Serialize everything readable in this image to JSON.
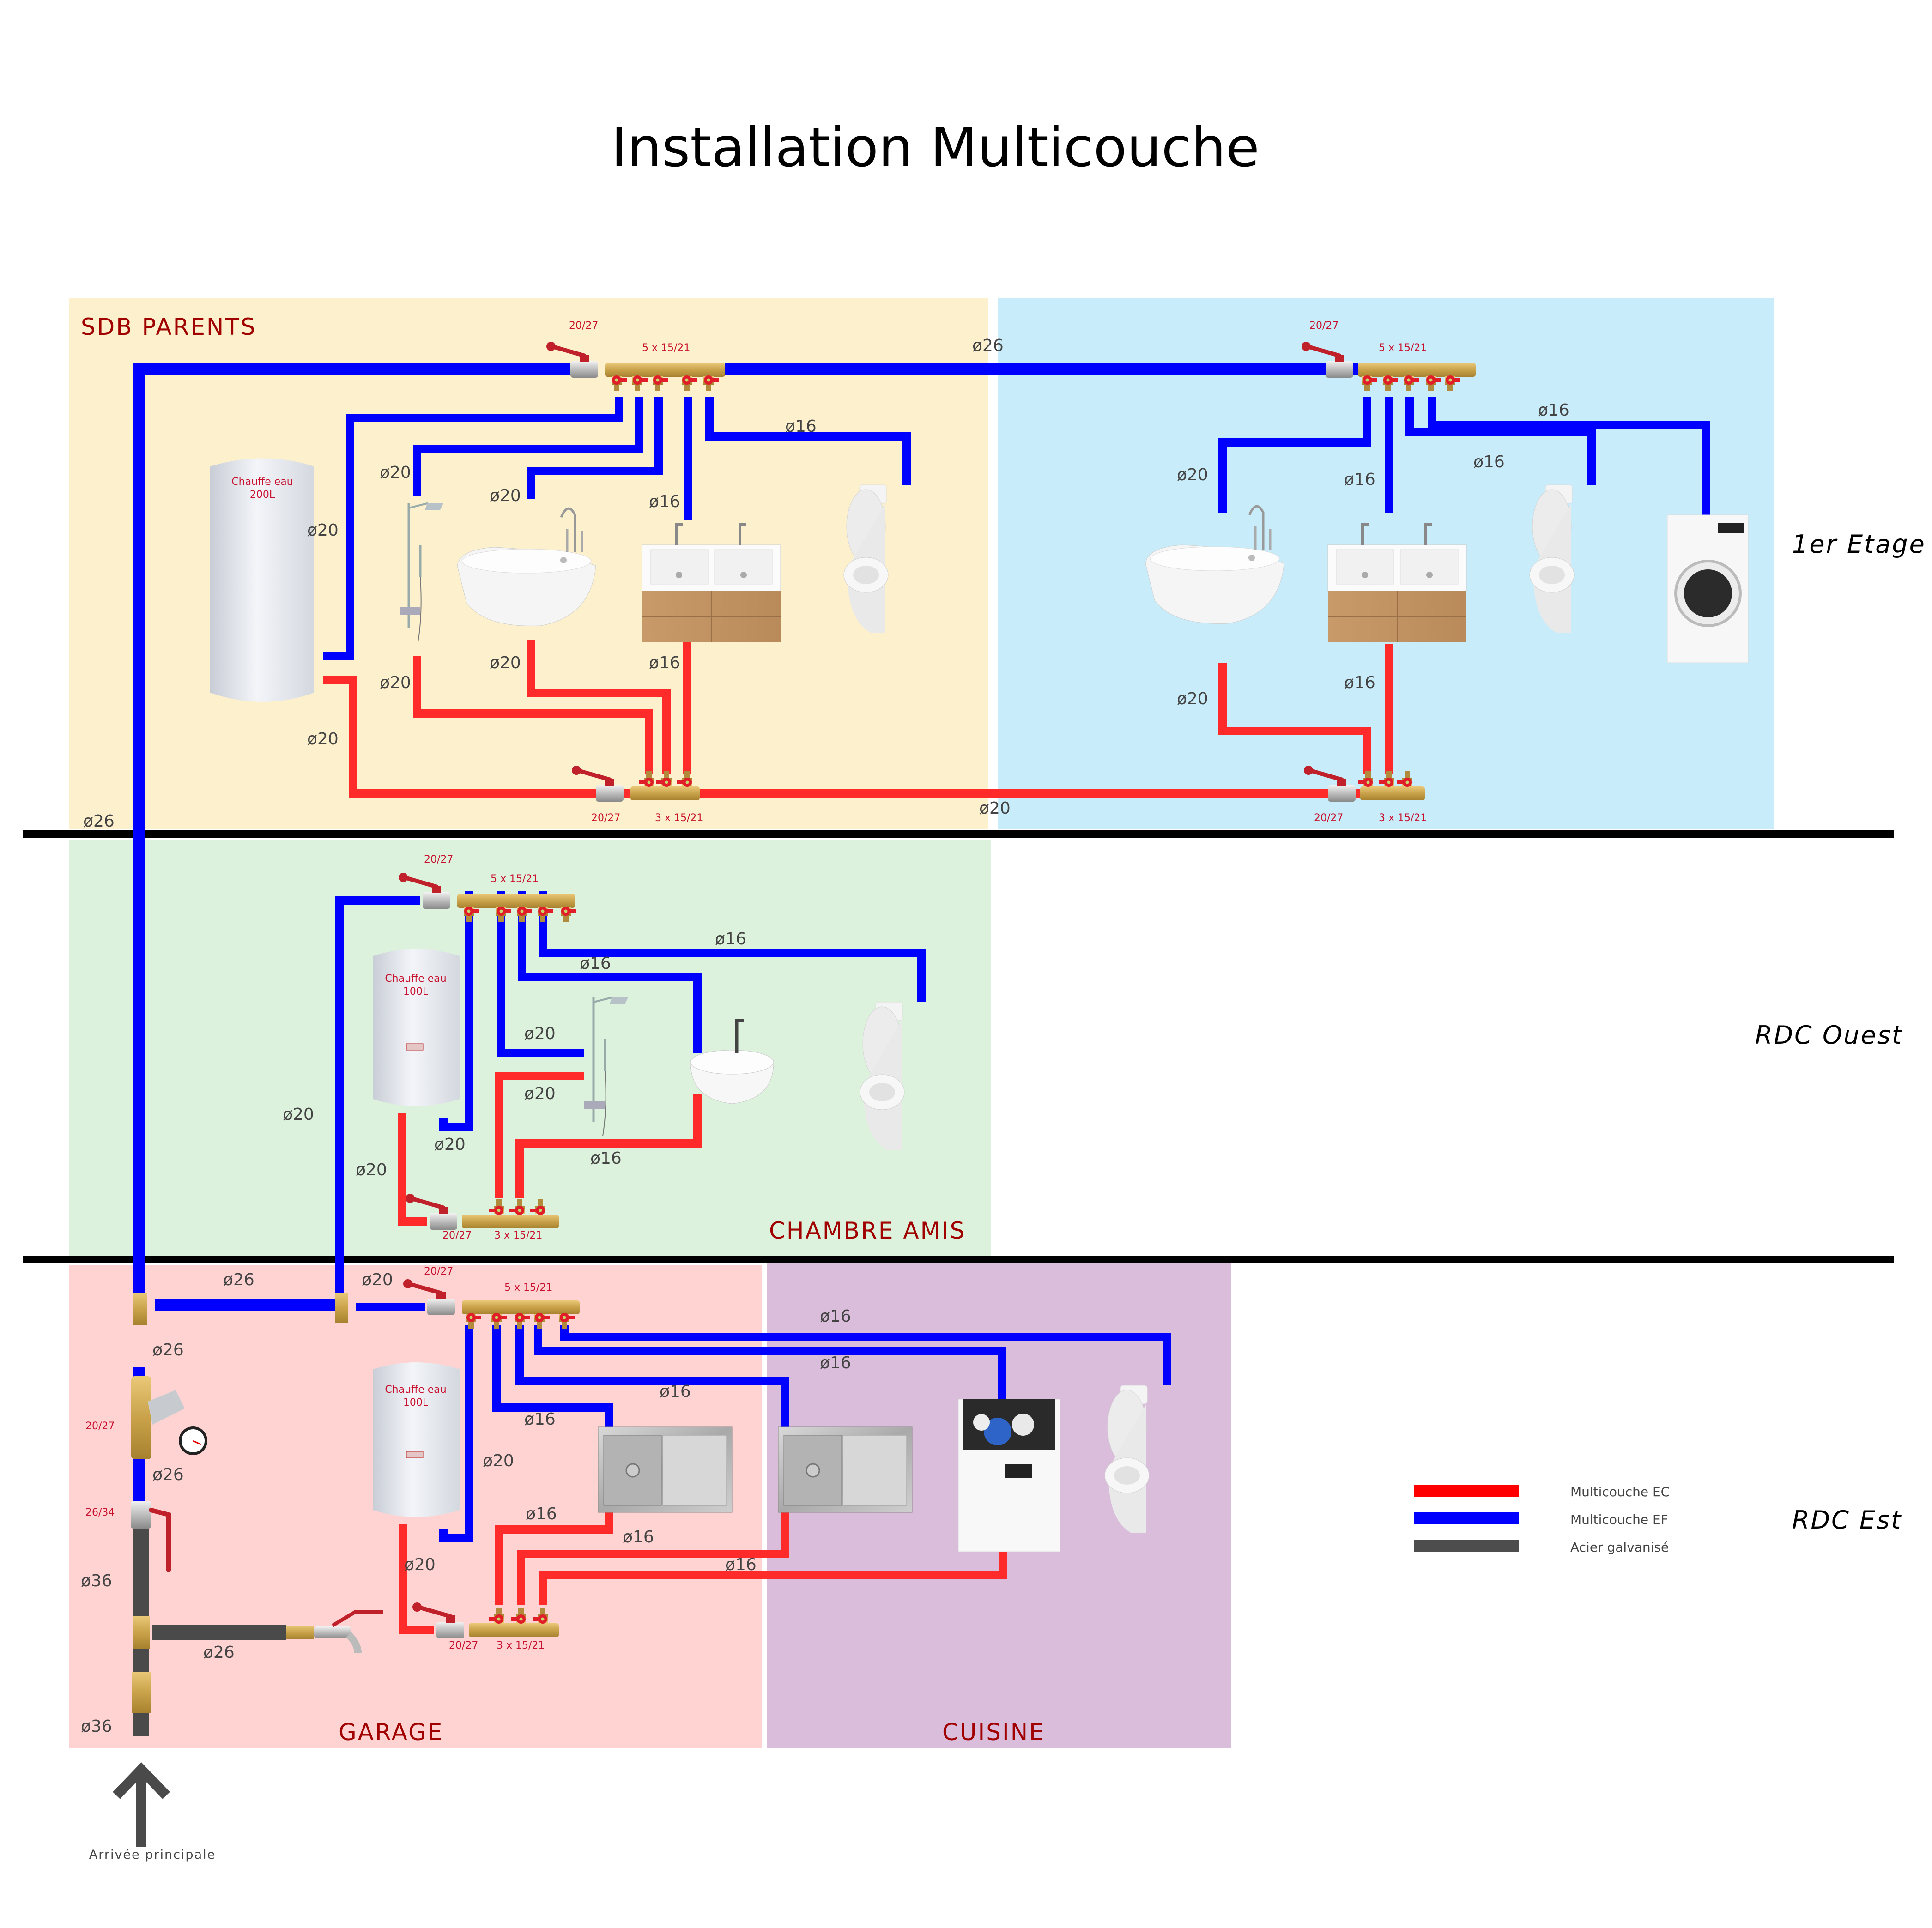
{
  "title": "Installation Multicouche",
  "colors": {
    "ec": "#ff2a2a",
    "ef": "#0000ff",
    "galvanise": "#4a4a4a",
    "room_label": "#a00000",
    "fitting_label": "#c8102e",
    "bg_sdb_parents": "#fcf1cc",
    "bg_etage_right": "#c8ecf9",
    "bg_chambre_amis": "#ddf2dc",
    "bg_garage": "#ffd3d2",
    "bg_cuisine": "#d9bddb"
  },
  "floors": {
    "etage": "1er Etage",
    "rdc_ouest": "RDC Ouest",
    "rdc_est": "RDC Est"
  },
  "rooms": {
    "sdb_parents": "SDB PARENTS",
    "chambre_amis": "CHAMBRE AMIS",
    "garage": "GARAGE",
    "cuisine": "CUISINE"
  },
  "heaters": {
    "etage": {
      "line1": "Chauffe eau",
      "line2": "200L"
    },
    "ouest": {
      "line1": "Chauffe eau",
      "line2": "100L"
    },
    "est": {
      "line1": "Chauffe eau",
      "line2": "100L"
    }
  },
  "fittings": {
    "valve": "20/27",
    "valve_main": "26/34",
    "reducer": "20/27",
    "manifold5": "5 x 15/21",
    "manifold3": "3 x 15/21"
  },
  "diameters": {
    "d16": "ø16",
    "d20": "ø20",
    "d26": "ø26",
    "d36": "ø36"
  },
  "legend": [
    {
      "label": "Multicouche EC",
      "color": "#ff0000"
    },
    {
      "label": "Multicouche EF",
      "color": "#0000ff"
    },
    {
      "label": "Acier galvanisé",
      "color": "#4d4d4d"
    }
  ],
  "arrival": "Arrivée principale",
  "fixtures": {
    "sdb_parents": [
      "shower",
      "bathtub",
      "double-vanity",
      "toilet"
    ],
    "etage_right": [
      "bathtub",
      "double-vanity",
      "toilet",
      "washing-machine"
    ],
    "chambre_amis": [
      "shower",
      "vessel-sink",
      "toilet"
    ],
    "garage": [
      "kitchen-sink",
      "outdoor-tap"
    ],
    "cuisine": [
      "kitchen-sink",
      "dishwasher",
      "toilet"
    ]
  }
}
